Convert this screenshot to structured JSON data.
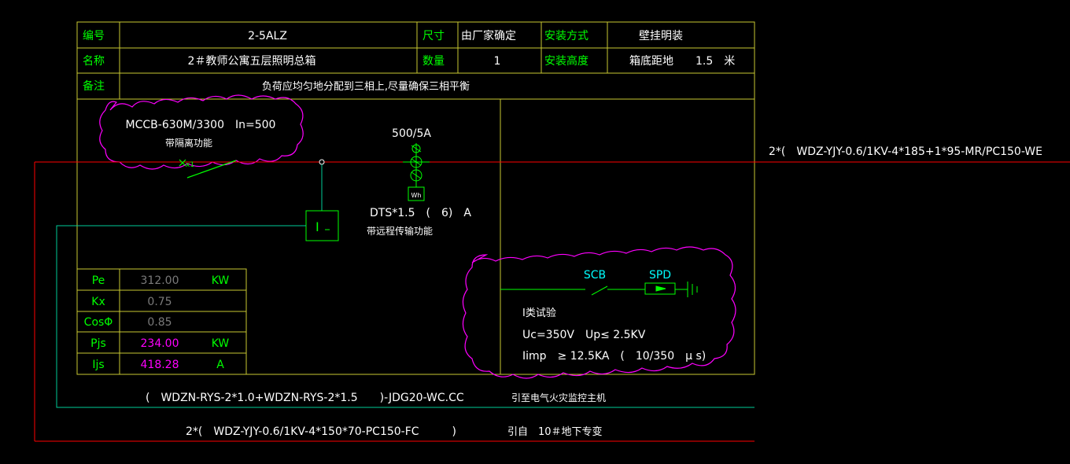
{
  "header": {
    "rows": [
      {
        "k1": "编号",
        "v1": "2-5ALZ",
        "k2": "尺寸",
        "v2": "由厂家确定",
        "k3": "安装方式",
        "v3": "壁挂明装"
      },
      {
        "k1": "名称",
        "v1": "2＃教师公寓五层照明总箱",
        "k2": "数量",
        "v2": "1",
        "k3": "安装高度",
        "v3": "箱底距地　　1.5　米"
      },
      {
        "k1": "备注",
        "v1": "负荷应均匀地分配到三相上,尽量确保三相平衡"
      }
    ]
  },
  "breaker": {
    "model": "MCCB-630M/3300　In=500",
    "feature": "带隔离功能",
    "mark": "x1"
  },
  "ct": {
    "ratio": "500/5A",
    "meter_label": "Wh",
    "dts": "DTS*1.5　(　6)　A",
    "dts_feature": "带远程传输功能"
  },
  "leak_symbol": "I",
  "incoming_cable": "2*(　WDZ-YJY-0.6/1KV-4*185+1*95-MR/PC150-WE",
  "spd": {
    "scb_label": "SCB",
    "spd_label": "SPD",
    "class": "Ⅰ类试验",
    "uc": "Uc=350V　Up≤ 2.5KV",
    "iimp": "Iimp　≥ 12.5KA　(　10/350　μ s)"
  },
  "calc_table": [
    {
      "name": "Pe",
      "value": "312.00",
      "unit": "KW",
      "color": "#7a7a7a"
    },
    {
      "name": "Kx",
      "value": "0.75",
      "unit": "",
      "color": "#7a7a7a"
    },
    {
      "name": "CosΦ",
      "value": "0.85",
      "unit": "",
      "color": "#7a7a7a"
    },
    {
      "name": "Pjs",
      "value": "234.00",
      "unit": "KW",
      "color": "#ff00ff"
    },
    {
      "name": "Ijs",
      "value": "418.28",
      "unit": "A",
      "color": "#ff00ff"
    }
  ],
  "fire_cable": "(　WDZN-RYS-2*1.0+WDZN-RYS-2*1.5　　)-JDG20-WC.CC",
  "fire_dest": "引至电气火灾监控主机",
  "supply_cable": "2*(　WDZ-YJY-0.6/1KV-4*150*70-PC150-FC　　　)",
  "supply_dest": "引自　10＃地下专变",
  "colors": {
    "frame": "#c8c832",
    "label": "#00ff00",
    "text": "#ffffff",
    "cyan": "#00ffff",
    "red": "#ff0000",
    "magenta": "#ff00ff",
    "wire": "#00cc99"
  }
}
